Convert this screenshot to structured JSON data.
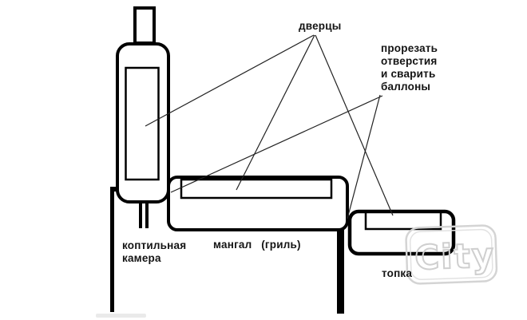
{
  "diagram": {
    "labels": {
      "doors": "дверцы",
      "cut_weld": "прорезать\nотверстия\nи сварить\nбаллоны",
      "smoking_chamber": "коптильная\nкамера",
      "grill": "мангал   (гриль)",
      "firebox": "топка"
    },
    "watermark_text": "City",
    "colors": {
      "line": "#000000",
      "text": "#141414",
      "watermark": "#cfcfcf",
      "background": "#ffffff"
    }
  }
}
